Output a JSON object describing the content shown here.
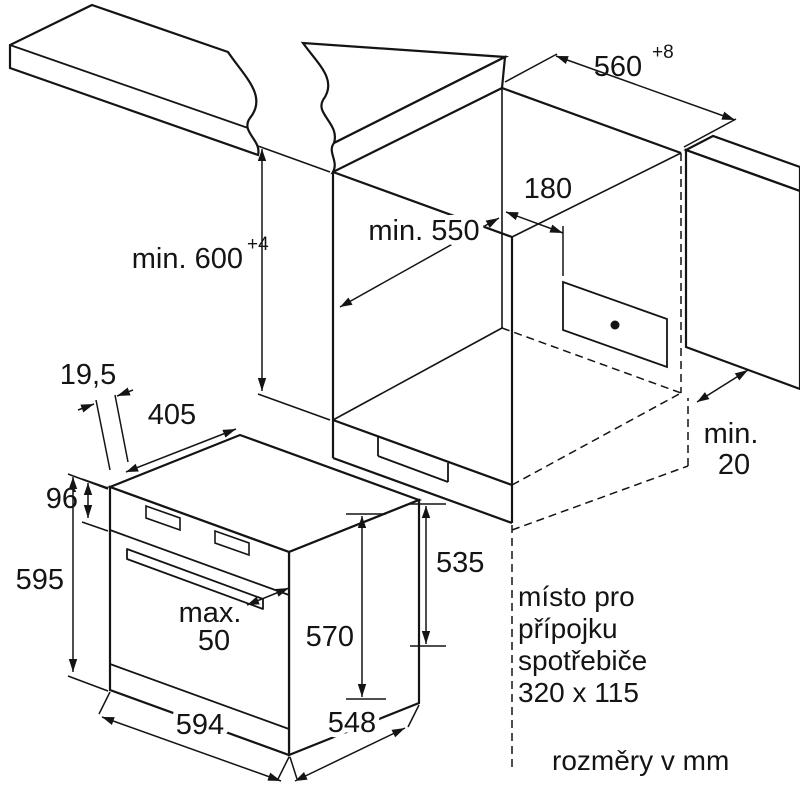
{
  "title": "built-in oven installation drawing",
  "dims": {
    "niche_width": {
      "value": "560",
      "tolerance": "+8"
    },
    "niche_height": {
      "value": "min. 600",
      "tolerance": "+4"
    },
    "niche_depth": {
      "value": "min. 550"
    },
    "connection_offset": {
      "value": "180"
    },
    "rear_gap_line1": {
      "value": "min."
    },
    "rear_gap_line2": {
      "value": "20"
    },
    "front_frame": {
      "value": "19,5"
    },
    "top_depth": {
      "value": "405"
    },
    "panel_height": {
      "value": "96"
    },
    "oven_height": {
      "value": "595"
    },
    "door_max_line1": {
      "value": "max."
    },
    "door_max_line2": {
      "value": "50"
    },
    "oven_width": {
      "value": "594"
    },
    "inner_depth": {
      "value": "570"
    },
    "body_depth": {
      "value": "535"
    },
    "bottom_depth": {
      "value": "548"
    }
  },
  "notes": {
    "connection_line1": "místo pro",
    "connection_line2": "přípojku",
    "connection_line3": "spotřebiče",
    "connection_line4": "320 x 115",
    "units_note": "rozměry v mm"
  }
}
